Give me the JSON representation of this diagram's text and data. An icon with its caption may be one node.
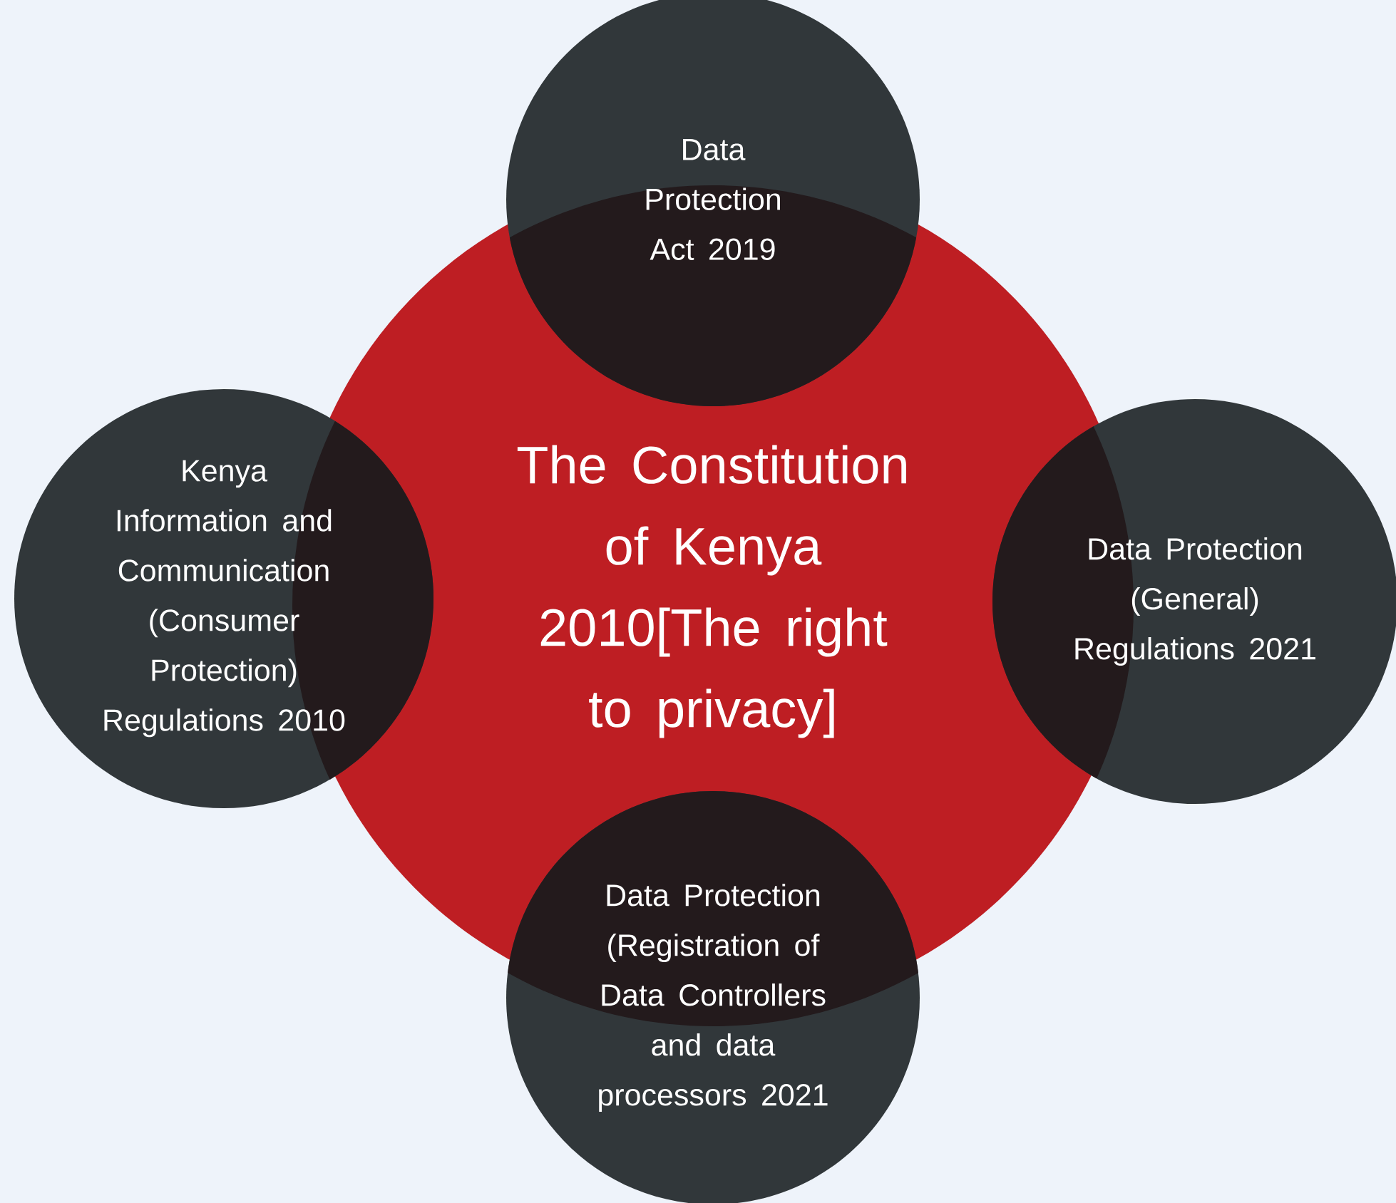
{
  "diagram": {
    "nodes": [
      {
        "text": [
          "Data Protection Act 2019"
        ]
      },
      {
        "text": [
          "Kenya Information and Communication (Consumer Protection) Regulations 2010"
        ]
      },
      {
        "text": [
          "The Constitution of Kenya 2010[The right to privacy]"
        ]
      },
      {
        "text": [
          "Data Protection (General) Regulations 2021"
        ]
      },
      {
        "text": [
          "Data Protection (Registration of Data Controllers and data processors 2021"
        ]
      }
    ]
  }
}
